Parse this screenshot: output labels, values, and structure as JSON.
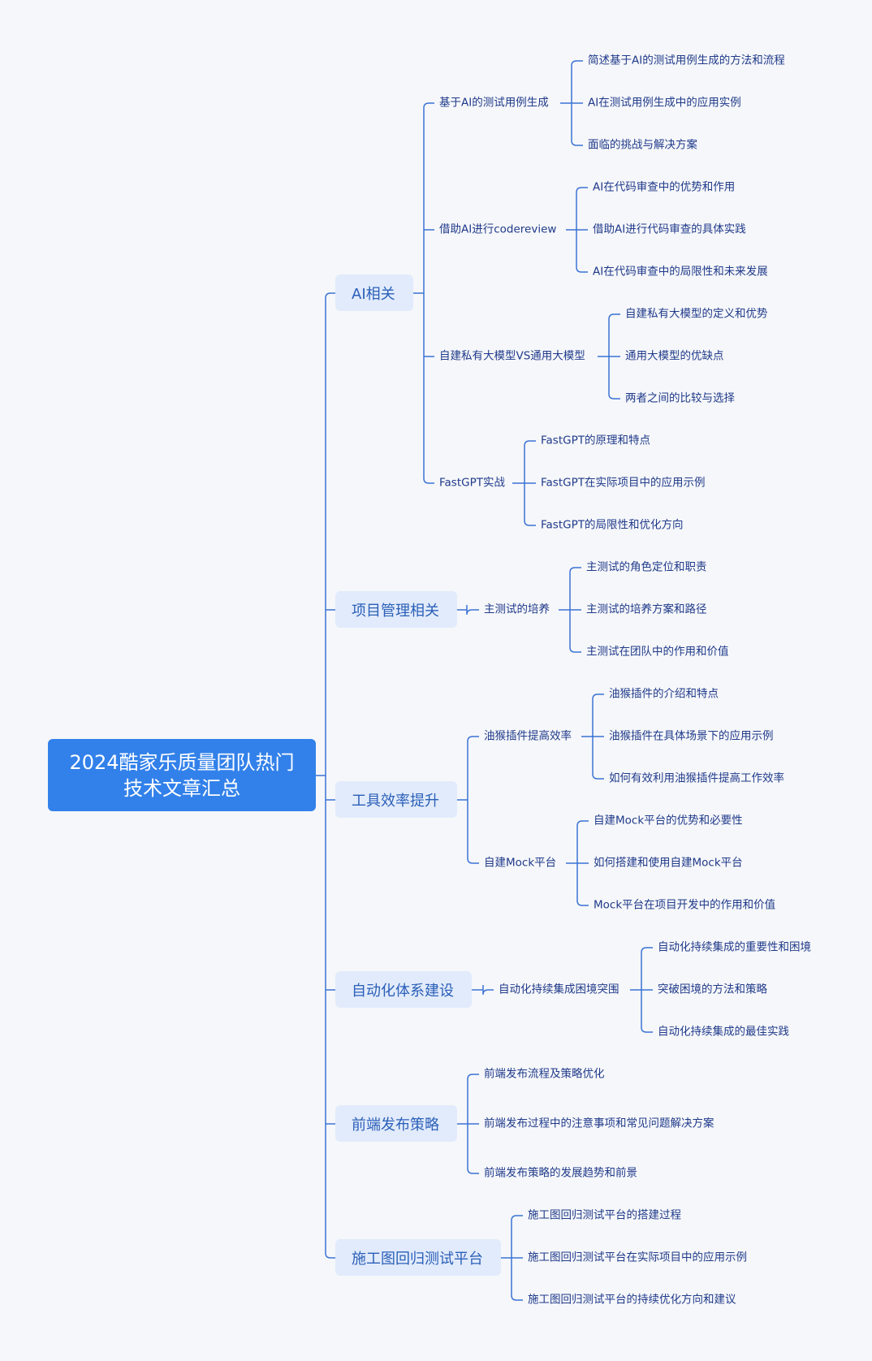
{
  "root": {
    "line1": "2024酷家乐质量团队热门",
    "line2": "技术文章汇总"
  },
  "branches": [
    {
      "label": "AI相关",
      "children": [
        {
          "label": "基于AI的测试用例生成",
          "children": [
            "简述基于AI的测试用例生成的方法和流程",
            "AI在测试用例生成中的应用实例",
            "面临的挑战与解决方案"
          ]
        },
        {
          "label": "借助AI进行codereview",
          "children": [
            "AI在代码审查中的优势和作用",
            "借助AI进行代码审查的具体实践",
            "AI在代码审查中的局限性和未来发展"
          ]
        },
        {
          "label": "自建私有大模型VS通用大模型",
          "children": [
            "自建私有大模型的定义和优势",
            "通用大模型的优缺点",
            "两者之间的比较与选择"
          ]
        },
        {
          "label": "FastGPT实战",
          "children": [
            "FastGPT的原理和特点",
            "FastGPT在实际项目中的应用示例",
            "FastGPT的局限性和优化方向"
          ]
        }
      ]
    },
    {
      "label": "项目管理相关",
      "children": [
        {
          "label": "主测试的培养",
          "children": [
            "主测试的角色定位和职责",
            "主测试的培养方案和路径",
            "主测试在团队中的作用和价值"
          ]
        }
      ]
    },
    {
      "label": "工具效率提升",
      "children": [
        {
          "label": "油猴插件提高效率",
          "children": [
            "油猴插件的介绍和特点",
            "油猴插件在具体场景下的应用示例",
            "如何有效利用油猴插件提高工作效率"
          ]
        },
        {
          "label": "自建Mock平台",
          "children": [
            "自建Mock平台的优势和必要性",
            "如何搭建和使用自建Mock平台",
            "Mock平台在项目开发中的作用和价值"
          ]
        }
      ]
    },
    {
      "label": "自动化体系建设",
      "children": [
        {
          "label": "自动化持续集成困境突围",
          "children": [
            "自动化持续集成的重要性和困境",
            "突破困境的方法和策略",
            "自动化持续集成的最佳实践"
          ]
        }
      ]
    },
    {
      "label": "前端发布策略",
      "leaves": [
        "前端发布流程及策略优化",
        "前端发布过程中的注意事项和常见问题解决方案",
        "前端发布策略的发展趋势和前景"
      ]
    },
    {
      "label": "施工图回归测试平台",
      "leaves": [
        "施工图回归测试平台的搭建过程",
        "施工图回归测试平台在实际项目中的应用示例",
        "施工图回归测试平台的持续优化方向和建议"
      ]
    }
  ]
}
